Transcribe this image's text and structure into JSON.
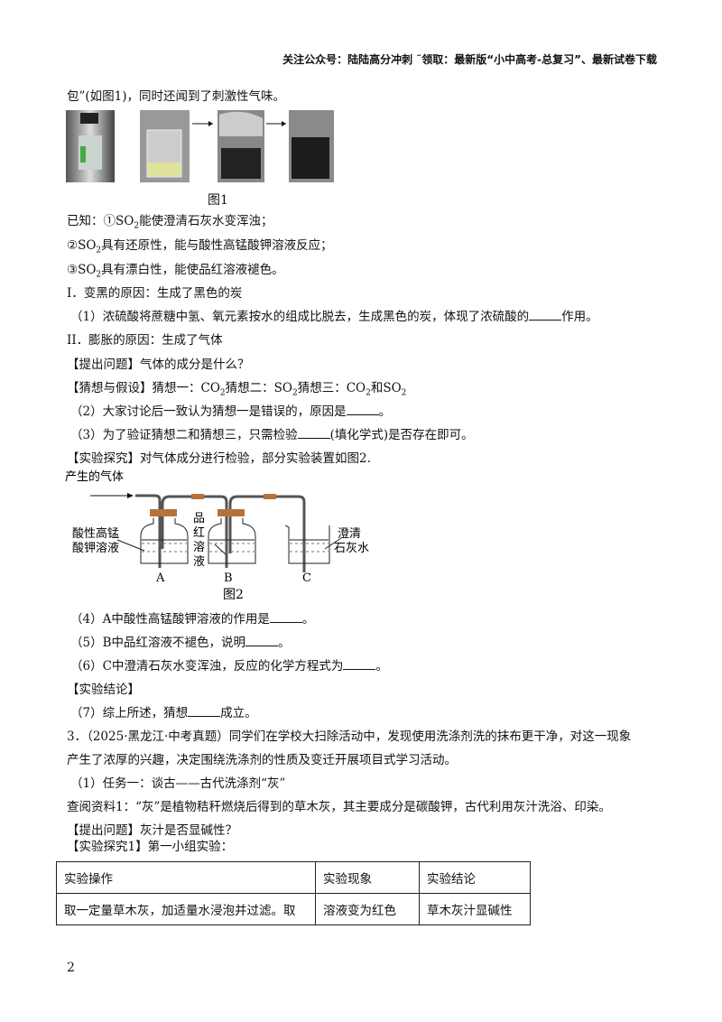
{
  "header": "关注公众号：陆陆高分冲刺 ˜领取：最新版“小中高考-总复习”、最新试卷下载",
  "lines": {
    "l1": "包”(如图1)，同时还闻到了刺激性气味。",
    "fig1_caption": "图1",
    "known_a": "已知：①SO",
    "known_a2": "能使澄清石灰水变浑浊；",
    "known_b1": "②SO",
    "known_b2": "具有还原性，能与酸性高锰酸钾溶液反应；",
    "known_c1": "③SO",
    "known_c2": "具有漂白性，能使品红溶液褪色。",
    "s1": "I．变黑的原因：生成了黑色的炭",
    "q1a": "（1）浓硫酸将蔗糖中氢、氧元素按水的组成比脱去，生成黑色的炭，体现了浓硫酸的",
    "q1b": "作用。",
    "s2": "II．膨胀的原因：生成了气体",
    "ask": "【提出问题】气体的成分是什么？",
    "hyp_a": "【猜想与假设】猜想一：CO",
    "hyp_b": "猜想二：SO",
    "hyp_c": "猜想三：CO",
    "hyp_d": "和SO",
    "sub2": "2",
    "q2a": "（2）大家讨论后一致认为猜想一是错误的，原因是",
    "q2b": "。",
    "q3a": "（3）为了验证猜想二和猜想三，只需检验",
    "q3b": "(填化学式)是否存在即可。",
    "exp": "【实验探究】对气体成分进行检验，部分实验装置如图2.",
    "q4a": "（4）A中酸性高锰酸钾溶液的作用是",
    "q5a": "（5）B中品红溶液不褪色，说明",
    "q6a": "（6）C中澄清石灰水变浑浊，反应的化学方程式为",
    "end": "。",
    "concl": "【实验结论】",
    "q7a": "（7）综上所述，猜想",
    "q7b": "成立。",
    "p3a": "3．（2025·黑龙江·中考真题）同学们在学校大扫除活动中，发现使用洗涤剂洗的抹布更干净，对这一现象",
    "p3b": "产生了浓厚的兴趣，决定围绕洗涤剂的性质及变迁开展项目式学习活动。",
    "task1": "（1）任务一：谈古——古代洗涤剂“灰”",
    "ref1": "查阅资料1：“灰”是植物秸秆燃烧后得到的草木灰，其主要成分是碳酸钾，古代利用灰汁洗浴、印染。",
    "ask2": "【提出问题】灰汁是否显碱性？",
    "exp1": "【实验探究1】第一小组实验："
  },
  "fig2": {
    "gas": "产生的气体",
    "a_label": "酸性高锰\n酸钾溶液",
    "a1": "酸性高锰",
    "a2": "酸钾溶液",
    "b_label": "品红溶液",
    "b_chars": [
      "品",
      "红",
      "溶",
      "液"
    ],
    "c1": "澄清",
    "c2": "石灰水",
    "A": "A",
    "B": "B",
    "C": "C",
    "caption": "图2"
  },
  "table": {
    "headers": [
      "实验操作",
      "实验现象",
      "实验结论"
    ],
    "rows": [
      [
        "取一定量草木灰，加适量水浸泡并过滤。取",
        "溶液变为红色",
        "草木灰汁显碱性"
      ]
    ]
  },
  "page_number": "2"
}
